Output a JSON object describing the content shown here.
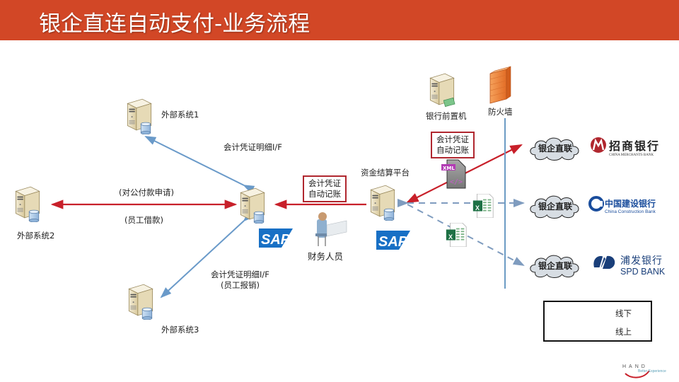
{
  "header": {
    "title": "银企直连自动支付-业务流程",
    "background_color": "#d24726"
  },
  "nodes": {
    "ext1": {
      "label": "外部系统1",
      "icon": "server-database-icon"
    },
    "ext2": {
      "label": "外部系统2",
      "icon": "server-database-icon"
    },
    "ext3": {
      "label": "外部系统3",
      "icon": "server-database-icon"
    },
    "sap_erp": {
      "icon": "server-database-icon",
      "logo": "SAP"
    },
    "finance_staff": {
      "label": "财务人员",
      "icon": "person-at-desk-icon"
    },
    "treasury": {
      "label": "资金结算平台",
      "icon": "server-database-icon",
      "logo": "SAP"
    },
    "bank_frontend": {
      "label": "银行前置机",
      "icon": "server-money-icon"
    },
    "firewall": {
      "label": "防火墙",
      "icon": "firewall-icon"
    }
  },
  "edges": {
    "ext1_if": "会计凭证明细I/F",
    "ext2_top": "(对公付款申请)",
    "ext2_bottom": "(员工借款)",
    "ext3_if": "会计凭证明细I/F",
    "ext3_sub": "(员工报销)",
    "auto_post_1": [
      "会计凭证",
      "自动记账"
    ],
    "auto_post_2": [
      "会计凭证",
      "自动记账"
    ],
    "xml_badge": "XML",
    "xml_glyph": "</>",
    "excel_glyph": "X"
  },
  "banks": [
    {
      "cloud_label": "银企直联",
      "name_cn": "招商银行",
      "name_en": "CHINA MERCHANTS BANK",
      "color": "#b0272f",
      "link": "online"
    },
    {
      "cloud_label": "银企直联",
      "name_cn": "中国建设银行",
      "name_en": "China Construction Bank",
      "color": "#1a4d9c",
      "link": "offline"
    },
    {
      "cloud_label": "银企直联",
      "name_cn": "浦发银行",
      "name_en": "SPD BANK",
      "color": "#1a3f7a",
      "link": "offline"
    }
  ],
  "legend": {
    "dashed": "线下",
    "solid": "线上"
  },
  "footer": {
    "brand": "HAND",
    "tagline": "Better Experience"
  },
  "colors": {
    "red_line": "#c8202a",
    "blue_line": "#6a9ac9",
    "dashed_line": "#7f9cbf",
    "firewall_line": "#6b9bc4"
  }
}
